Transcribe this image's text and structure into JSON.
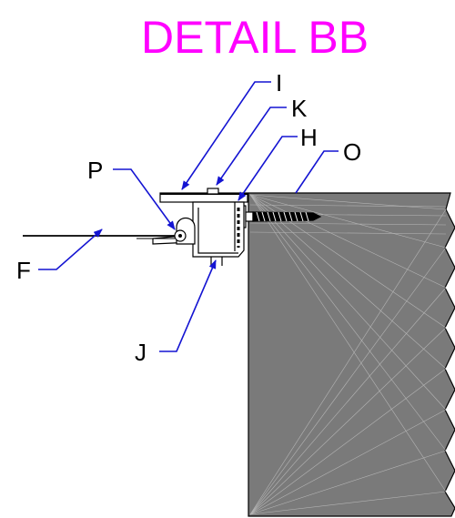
{
  "title": "DETAIL BB",
  "colors": {
    "title": "#ff00ff",
    "leader": "#1414d2",
    "block_fill": "#7a7a7a",
    "outline": "#000000",
    "facet_line": "#b5b5b5"
  },
  "callouts": {
    "I": "I",
    "K": "K",
    "H": "H",
    "O": "O",
    "P": "P",
    "F": "F",
    "J": "J"
  }
}
